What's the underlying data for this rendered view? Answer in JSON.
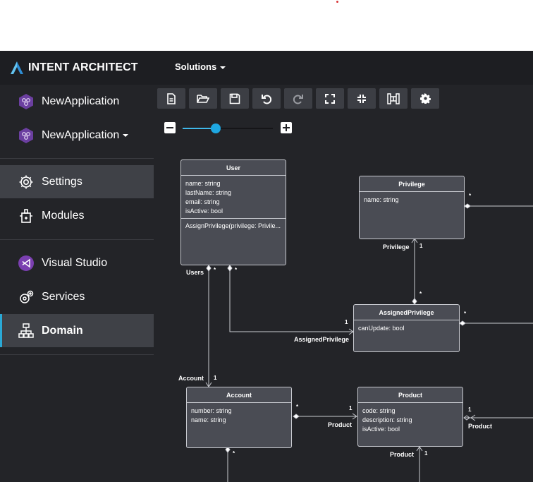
{
  "header": {
    "logo_text": "INTENT ARCHITECT",
    "solutions_label": "Solutions"
  },
  "sidebar": {
    "apps": [
      "NewApplication",
      "NewApplication"
    ],
    "items": [
      {
        "label": "Settings"
      },
      {
        "label": "Modules"
      },
      {
        "label": "Visual Studio"
      },
      {
        "label": "Services"
      },
      {
        "label": "Domain"
      }
    ]
  },
  "zoom": {
    "level": 0.37
  },
  "diagram": {
    "classes": {
      "user": {
        "name": "User",
        "attributes": [
          "name: string",
          "lastName: string",
          "email: string",
          "isActive: bool"
        ],
        "operations": [
          "AssignPrivilege(privilege: Privile..."
        ]
      },
      "privilege": {
        "name": "Privilege",
        "attributes": [
          "name: string"
        ]
      },
      "assigned": {
        "name": "AssignedPrivilege",
        "attributes": [
          "canUpdate: bool"
        ]
      },
      "account": {
        "name": "Account",
        "attributes": [
          "number: string",
          "name: string"
        ]
      },
      "product": {
        "name": "Product",
        "attributes": [
          "code: string",
          "description: string",
          "isActive: bool"
        ]
      }
    },
    "labels": {
      "users": "Users",
      "privilege": "Privilege",
      "assigned_privilege": "AssignedPrivilege",
      "account": "Account",
      "product_a": "Product",
      "product_b": "Product",
      "product_c": "Product",
      "one": "1",
      "many": "*"
    }
  },
  "colors": {
    "accent": "#2aa9d6",
    "slider": "#1ea7e1",
    "app_icon": "#6b3fa0",
    "vs_icon": "#7a3fb0"
  }
}
